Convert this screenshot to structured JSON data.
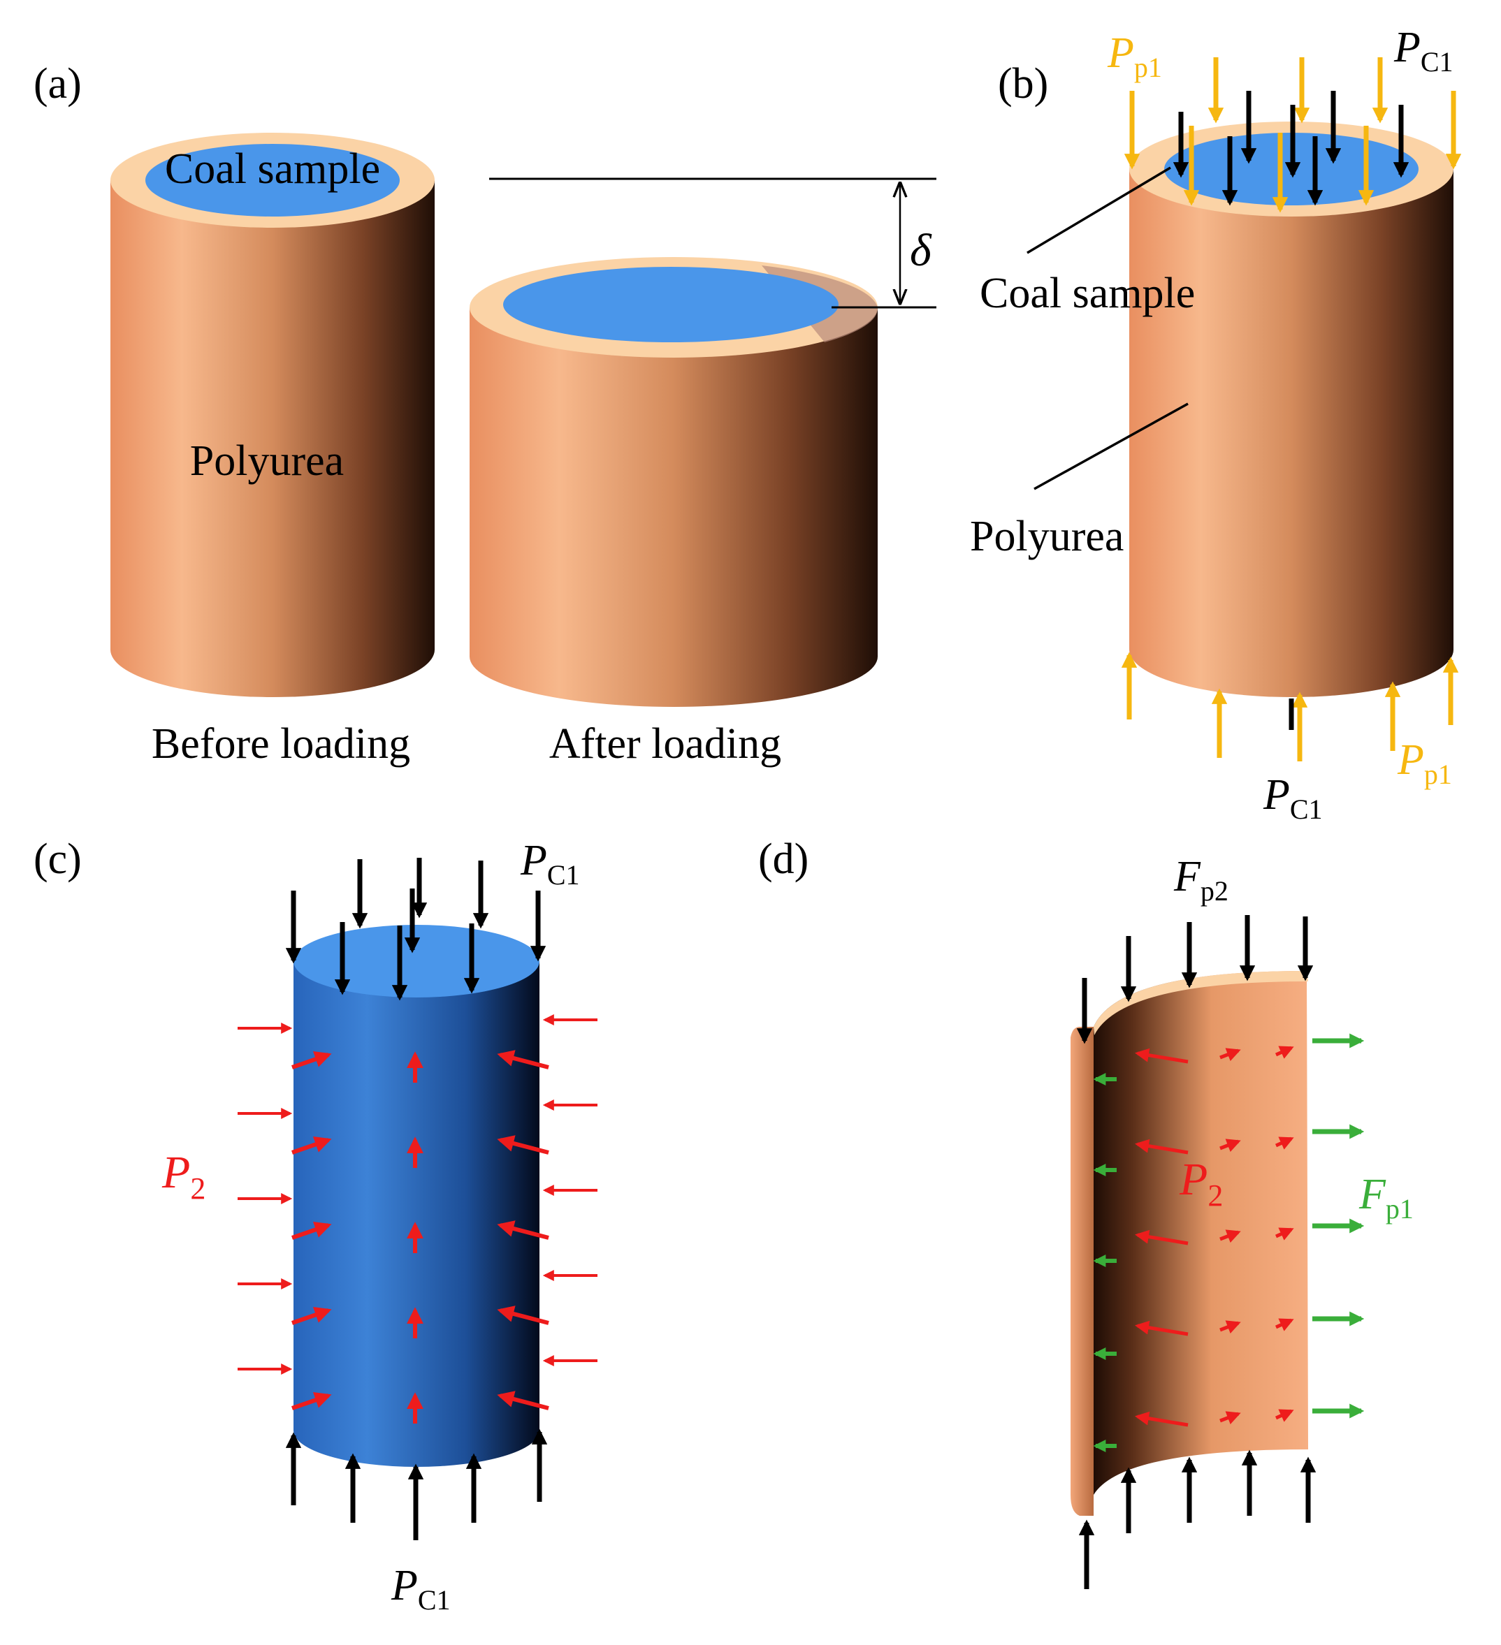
{
  "panels": {
    "a": {
      "tag": "(a)",
      "coal_label": "Coal sample",
      "polyurea_label": "Polyurea",
      "before_caption": "Before loading",
      "after_caption": "After loading",
      "delta_symbol": "δ"
    },
    "b": {
      "tag": "(b)",
      "coal_label": "Coal sample",
      "polyurea_label": "Polyurea",
      "pp1_top": {
        "main": "P",
        "sub": "p1"
      },
      "pc1_top": {
        "main": "P",
        "sub": "C1"
      },
      "pp1_bottom": {
        "main": "P",
        "sub": "p1"
      },
      "pc1_bottom": {
        "main": "P",
        "sub": "C1"
      }
    },
    "c": {
      "tag": "(c)",
      "pc1_top": {
        "main": "P",
        "sub": "C1"
      },
      "p2": {
        "main": "P",
        "sub": "2"
      },
      "pc1_bottom": {
        "main": "P",
        "sub": "C1"
      }
    },
    "d": {
      "tag": "(d)",
      "fp2": {
        "main": "F",
        "sub": "p2"
      },
      "p2": {
        "main": "P",
        "sub": "2"
      },
      "fp1": {
        "main": "F",
        "sub": "p1"
      }
    }
  },
  "colors": {
    "polyurea": "#f2a679",
    "polyurea_rim": "#fbd3a6",
    "coal_top": "#4a96ea",
    "coal_body": "#2f6fc4",
    "force_black": "#000000",
    "force_yellow": "#f6b710",
    "force_red": "#ee1c1c",
    "force_green": "#3aae3a"
  }
}
